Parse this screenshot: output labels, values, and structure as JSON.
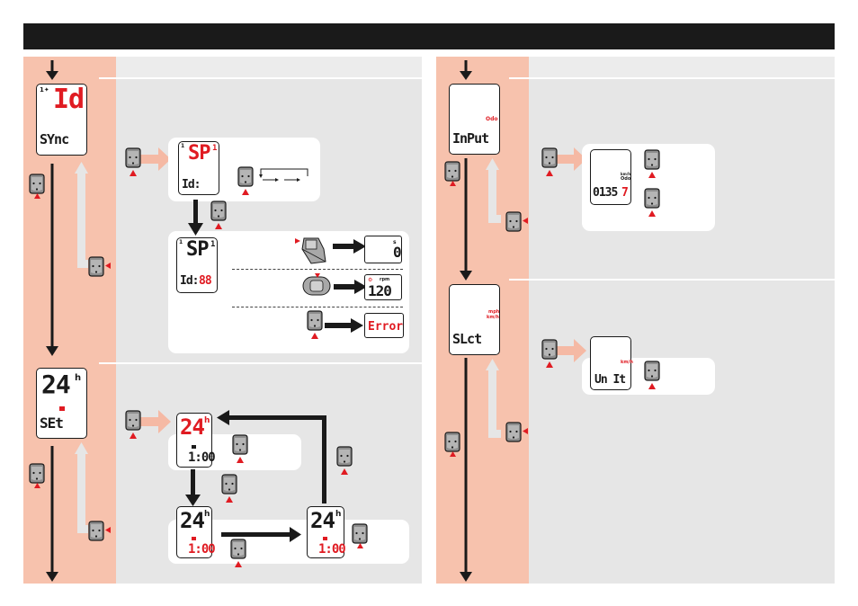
{
  "screens": {
    "id_sync": {
      "top": "Id",
      "bottom": "SYnc"
    },
    "clock_set": {
      "top": "24",
      "unit": "h",
      "bottom": "SEt"
    },
    "odo_input": {
      "badge": "Odo",
      "bottom": "InPut"
    },
    "unit_select": {
      "badge1": "mph",
      "badge2": "km/h",
      "bottom": "SLct"
    }
  },
  "sync_panel": {
    "sensor_screen": {
      "top": "SP",
      "digit": "1",
      "bottom": "Id:"
    },
    "searching_screen": {
      "top": "SP",
      "digit": "1",
      "bottom": "Id:",
      "value": "88"
    },
    "result_speed": {
      "value": "0",
      "unit": "s"
    },
    "result_cadence": {
      "value": "120",
      "unit": "rpm"
    },
    "result_error": {
      "value": "Error"
    }
  },
  "clock_panel": {
    "screen_a": {
      "top": "24",
      "unit": "h",
      "bottom": "1:00"
    },
    "screen_b": {
      "top": "24",
      "unit": "h",
      "bottom": "1:00"
    },
    "screen_c": {
      "top": "24",
      "unit": "h",
      "bottom": "1:00"
    }
  },
  "odo_panel": {
    "screen": {
      "badge1": "km/h",
      "badge2": "Odo",
      "value": "0135",
      "last_digit": "7"
    }
  },
  "unit_panel": {
    "screen": {
      "badge": "km/h",
      "bottom": "Un It"
    }
  },
  "colors": {
    "accent": "#e01b22",
    "strip": "#f7c2ad",
    "arrow_pink": "#f5b9a4",
    "arrow_light": "#dcdcdc",
    "header": "#1a1a1a"
  },
  "icons": [
    "computer-button-icon",
    "press-indicator-icon",
    "speed-sensor-icon",
    "cadence-sensor-icon"
  ]
}
